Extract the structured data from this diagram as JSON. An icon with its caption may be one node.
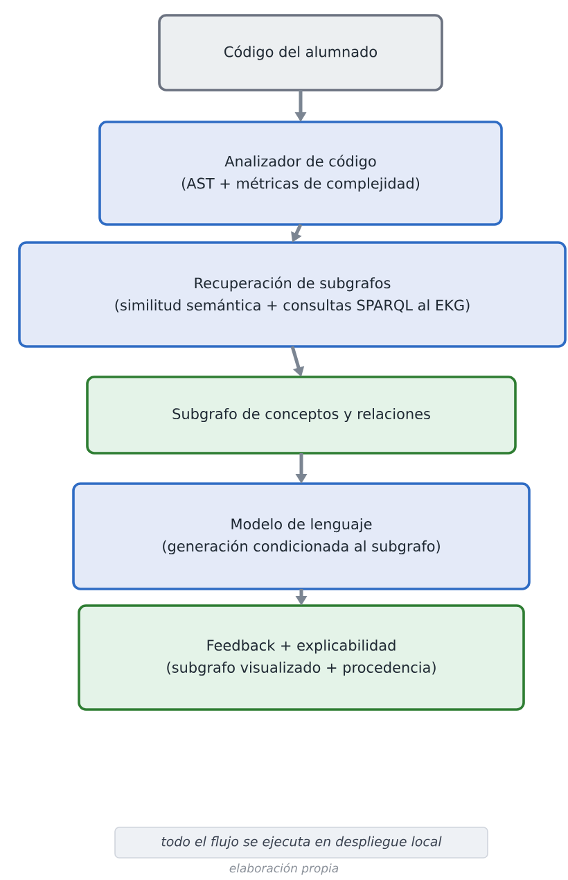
{
  "diagram": {
    "caption": "elaboración propia",
    "nodes": [
      {
        "text": [
          "Código del alumnado"
        ]
      },
      {
        "text": [
          "Analizador de código",
          "(AST + métricas de complejidad)"
        ]
      },
      {
        "text": [
          "Recuperación de subgrafos",
          "(similitud semántica + consultas SPARQL al EKG)"
        ]
      },
      {
        "text": [
          "Subgrafo de conceptos y relaciones"
        ]
      },
      {
        "text": [
          "Modelo de lenguaje",
          "(generación condicionada al subgrafo)"
        ]
      },
      {
        "text": [
          "Feedback + explicabilidad",
          "(subgrafo visualizado + procedencia)"
        ]
      },
      {
        "text": [
          "*todo el flujo se ejecuta en despliegue local*"
        ]
      }
    ],
    "edges": [
      {
        "from": 0,
        "to": 1,
        "arrow": "to"
      },
      {
        "from": 1,
        "to": 2,
        "arrow": "to"
      },
      {
        "from": 2,
        "to": 3,
        "arrow": "to"
      },
      {
        "from": 3,
        "to": 4,
        "arrow": "to"
      },
      {
        "from": 4,
        "to": 5,
        "arrow": "to"
      }
    ]
  }
}
